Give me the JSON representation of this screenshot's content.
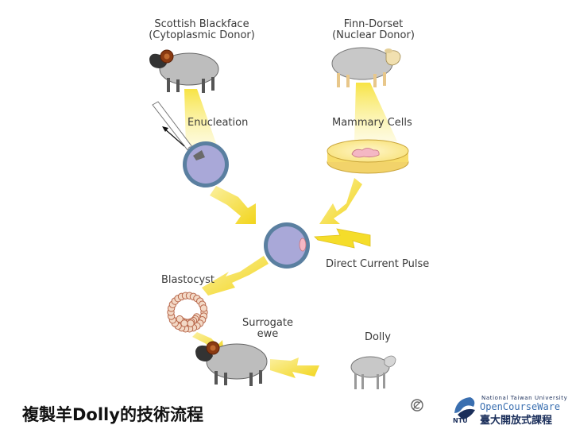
{
  "labels": {
    "donor_cyto_name": "Scottish Blackface",
    "donor_cyto_role": "(Cytoplasmic Donor)",
    "donor_nuc_name": "Finn-Dorset",
    "donor_nuc_role": "(Nuclear Donor)",
    "enucleation": "Enucleation",
    "mammary_cells": "Mammary Cells",
    "direct_current_pulse": "Direct Current Pulse",
    "blastocyst": "Blastocyst",
    "surrogate_line1": "Surrogate",
    "surrogate_line2": "ewe",
    "dolly": "Dolly"
  },
  "caption": "複製羊Dolly的技術流程",
  "logo": {
    "university_en": "National Taiwan University",
    "brand": "OpenCourseWare",
    "name_zh": "臺大開放式課程",
    "abbrev": "NTU"
  },
  "colors": {
    "beam": "#f7e23a",
    "arrow": "#f5e03a",
    "egg_fill": "#a9a8d8",
    "egg_ring": "#5a7fa0",
    "sheep": "#bdbdbd",
    "horn": "#8a3a12"
  },
  "icons": [
    "cc-license-icon",
    "ntu-ocw-logo-icon"
  ]
}
